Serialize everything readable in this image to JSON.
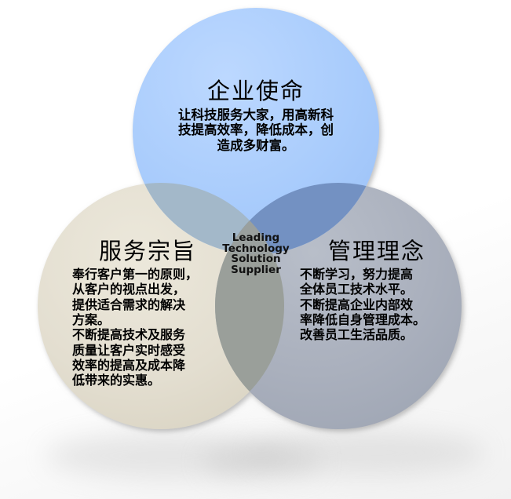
{
  "diagram": {
    "type": "venn-3-circle",
    "background_color": "#ffffff",
    "circles": [
      {
        "id": "mission",
        "position": "top",
        "color": "#a9ccfc",
        "heading": "企业使命",
        "body": "让科技服务大家，用高新科技提高效率，降低成本，创造成多财富。",
        "body_lines": [
          "让科技服务大家，用高新科",
          "技提高效率，降低成本，创",
          "造成多财富。"
        ]
      },
      {
        "id": "service",
        "position": "left",
        "color": "#e3ded0",
        "heading": "服务宗旨",
        "body": "奉行客户第一的原则，从客户的视点出发，提供适合需求的解决方案。不断提高技术及服务质量让客户实时感受效率的提高及成本降低带来的实惠。",
        "body_lines": [
          "奉行客户第一的原则，",
          "从客户的视点出发，",
          "提供适合需求的解决",
          "方案。",
          "不断提高技术及服务",
          "质量让客户实时感受",
          "效率的提高及成本降",
          "低带来的实惠。"
        ]
      },
      {
        "id": "management",
        "position": "right",
        "color": "#aab0bd",
        "heading": "管理理念",
        "body": "不断学习，努力提高全体员工技术水平。不断提高企业内部效率降低自身管理成本。改善员工生活品质。",
        "body_lines": [
          "不断学习，努力提高",
          "全体员工技术水平。",
          "不断提高企业内部效",
          "率降低自身管理成本。",
          "改善员工生活品质。"
        ]
      }
    ],
    "center": {
      "id": "core-statement",
      "text": "Leading Technology Solution Supplier",
      "lines": [
        "Leading",
        "Technology",
        "Solution",
        "Supplier"
      ]
    },
    "overlap_colors": {
      "top_left": "#a3b8c9",
      "top_right": "#7391c2",
      "left_right": "#9a9f9a",
      "center": "#9aa09e"
    }
  }
}
